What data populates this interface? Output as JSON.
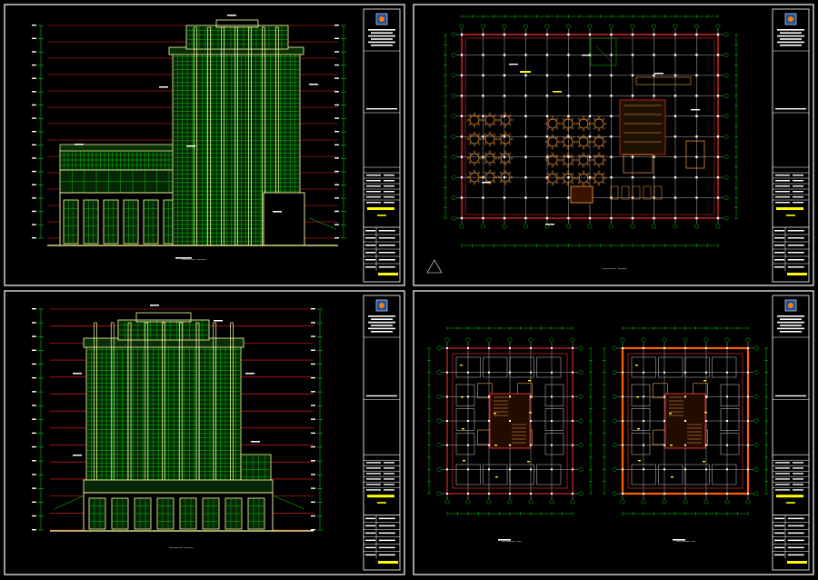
{
  "app": {
    "title": "Architectural CAD drawing set"
  },
  "colors": {
    "background": "#000000",
    "frame": "#ffffff",
    "level_line": "#ff2020",
    "facade_green": "#00c800",
    "facade_yellow": "#ffffa0",
    "plan_wall": "#ff3030",
    "plan_grid": "#ffffff",
    "text": "#ffffff",
    "highlight": "#ffff00",
    "furniture": "#ffa040",
    "red_boundary": "#ff6000"
  },
  "sheets": [
    {
      "id": "front-elevation",
      "type": "elevation",
      "caption": "——— ——",
      "icon": "title-block-logo-icon"
    },
    {
      "id": "ground-floor-plan",
      "type": "floor-plan",
      "caption": "——— ——",
      "icon": "title-block-logo-icon"
    },
    {
      "id": "side-elevation",
      "type": "elevation",
      "caption": "——— ——",
      "icon": "title-block-logo-icon"
    },
    {
      "id": "typical-floor-plans",
      "type": "floor-plan",
      "caption_left": "——— —",
      "caption_right": "——— —",
      "icon": "title-block-logo-icon"
    }
  ]
}
